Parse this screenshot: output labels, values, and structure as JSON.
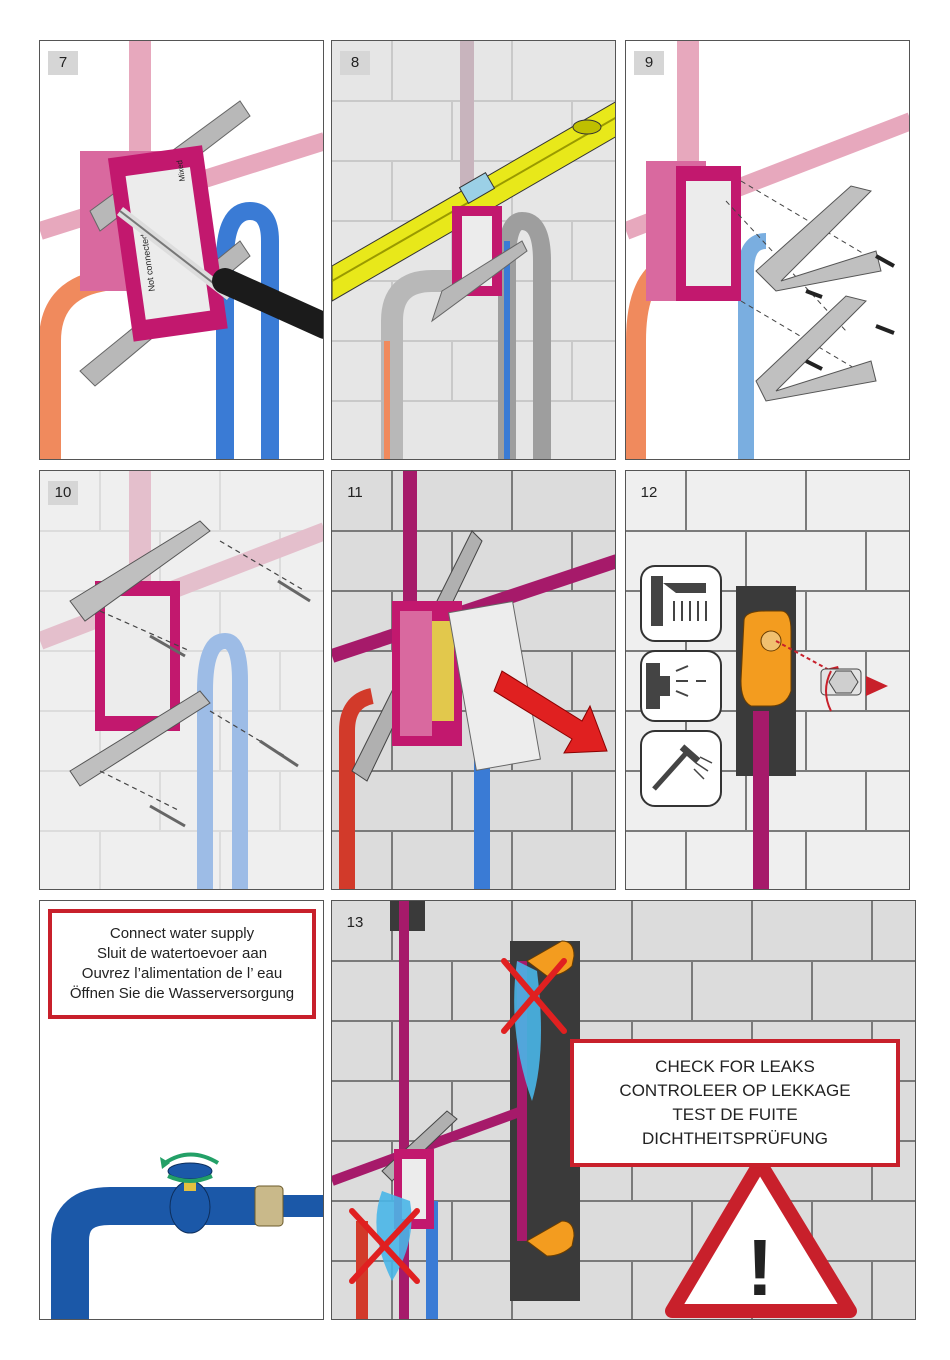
{
  "steps": {
    "s7": "7",
    "s8": "8",
    "s9": "9",
    "s10": "10",
    "s11": "11",
    "s12": "12",
    "s13": "13"
  },
  "box_labels": {
    "mixed": "Mixed",
    "not_connected": "Not connected"
  },
  "supply_notice": {
    "lines": [
      "Connect water supply",
      "Sluit de watertoevoer aan",
      "Ouvrez l’alimentation de l’ eau",
      "Öffnen Sie die Wasserversorgung"
    ]
  },
  "leak_notice": {
    "lines": [
      "CHECK FOR LEAKS",
      "CONTROLEER OP LEKKAGE",
      "TEST DE FUITE",
      "DICHTHEITSPRÜFUNG"
    ]
  },
  "warning_symbol": "!",
  "icons": [
    "overhead-shower-icon",
    "side-jet-icon",
    "hand-shower-icon"
  ],
  "colors": {
    "box": "#c2186e",
    "hot": "#f08a5d",
    "cold": "#3a7bd5",
    "pipe_corrugated": "#e7a8bd",
    "level": "#e8e81a",
    "alert": "#c8202b",
    "elbow": "#f39c1f",
    "water": "#49b6e8"
  }
}
